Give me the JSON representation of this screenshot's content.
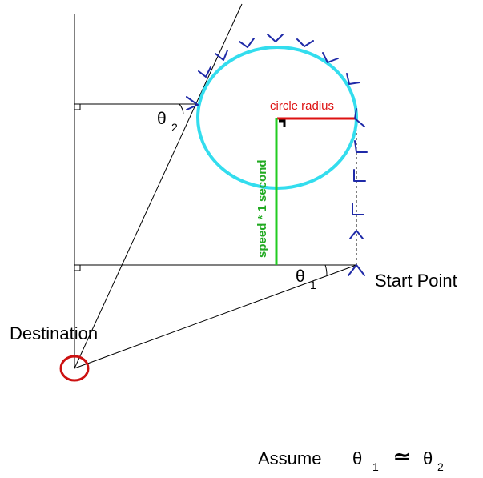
{
  "labels": {
    "start_point": "Start Point",
    "destination": "Destination",
    "circle_radius": "circle radius",
    "speed_time": "speed * 1 second",
    "theta1_symbol": "θ",
    "theta1_sub": "1",
    "theta2_symbol": "θ",
    "theta2_sub": "2",
    "assume_word": "Assume",
    "assume_theta1": "θ",
    "assume_theta1_sub": "1",
    "assume_approx": "≃",
    "assume_theta2": "θ",
    "assume_theta2_sub": "2"
  },
  "colors": {
    "circle": "#33ddee",
    "radius": "#dd1111",
    "speed": "#22cc22",
    "marker": "#1f2aa8",
    "destination_ring": "#cc1111"
  }
}
